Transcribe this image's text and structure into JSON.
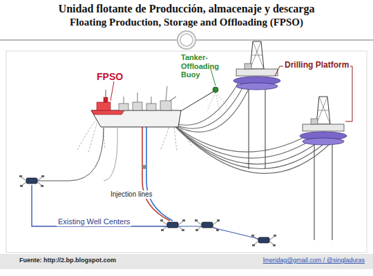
{
  "diagram": {
    "title": "Unidad flotante de Producción, almacenaje y descarga",
    "labels": [
      "Floating Production, Storage and Offloading (FPSO)",
      "FPSO",
      "Tanker-Offloading Buoy",
      "Drilling Platform",
      "Injection lines",
      "Existing Well Centers",
      "Fuente: http://2.bp.blogspot.com",
      "lmeridag@gmail.com / @singladuras"
    ]
  }
}
